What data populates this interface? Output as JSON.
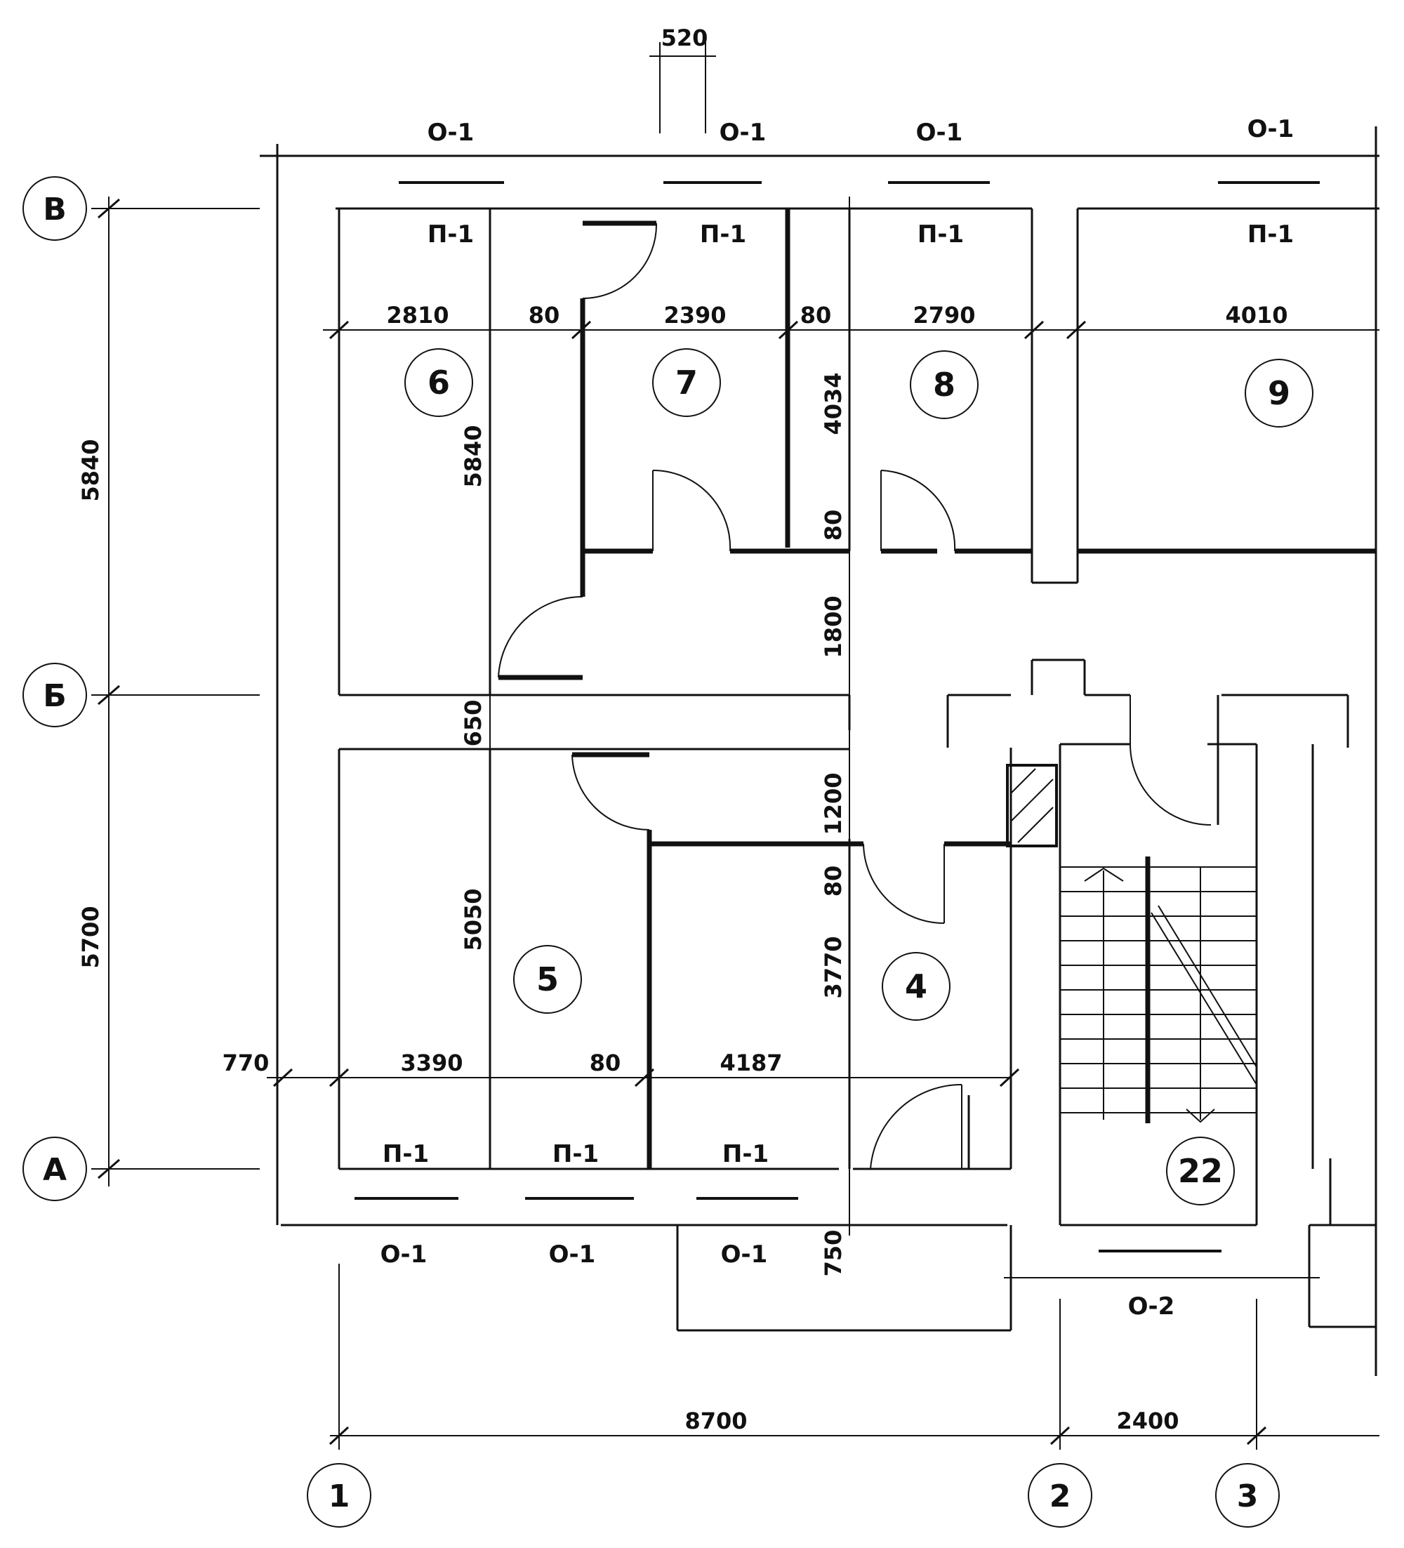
{
  "axes": {
    "rows": [
      "В",
      "Б",
      "А"
    ],
    "columns": [
      "1",
      "2",
      "3"
    ]
  },
  "rooms": [
    "6",
    "7",
    "8",
    "9",
    "5",
    "4",
    "22"
  ],
  "dimensions": {
    "top_520": "520",
    "w_2810": "2810",
    "p_80_a": "80",
    "w_2390": "2390",
    "p_80_b": "80",
    "w_2790": "2790",
    "w_4010": "4010",
    "h_5840_left": "5840",
    "h_5840_inner": "5840",
    "h_4034": "4034",
    "p_80_c": "80",
    "h_1800": "1800",
    "h_650": "650",
    "h_1200": "1200",
    "p_80_d": "80",
    "h_5700": "5700",
    "h_5050": "5050",
    "h_3770": "3770",
    "w_770": "770",
    "w_3390": "3390",
    "p_80_e": "80",
    "w_4187": "4187",
    "h_750": "750",
    "w_8700": "8700",
    "w_2400": "2400"
  },
  "openings": {
    "top_windows": [
      "О-1",
      "О-1",
      "О-1",
      "О-1"
    ],
    "top_sills": [
      "П-1",
      "П-1",
      "П-1",
      "П-1"
    ],
    "bottom_sills": [
      "П-1",
      "П-1",
      "П-1"
    ],
    "bottom_windows": [
      "О-1",
      "О-1",
      "О-1"
    ],
    "stair_window": "О-2"
  }
}
